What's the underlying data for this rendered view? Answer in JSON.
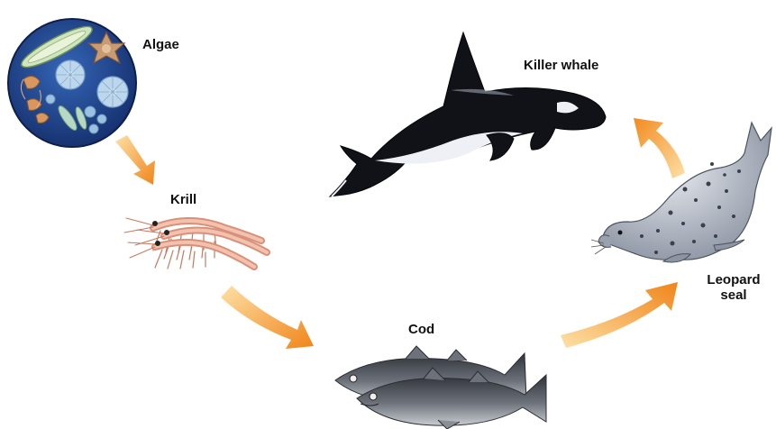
{
  "organisms": {
    "algae": {
      "label": "Algae"
    },
    "krill": {
      "label": "Krill"
    },
    "cod": {
      "label": "Cod"
    },
    "leopard_seal": {
      "label_line1": "Leopard",
      "label_line2": "seal"
    },
    "killer_whale": {
      "label": "Killer whale"
    }
  },
  "colors": {
    "arrow_light": "#fbd38a",
    "arrow_dark": "#f08a1c",
    "algae_bg": "#1d3f86",
    "whale_black": "#0e0f14",
    "whale_white": "#eef0f6",
    "seal_grey": "#b9c0cc",
    "cod_dark": "#4a4e56"
  }
}
